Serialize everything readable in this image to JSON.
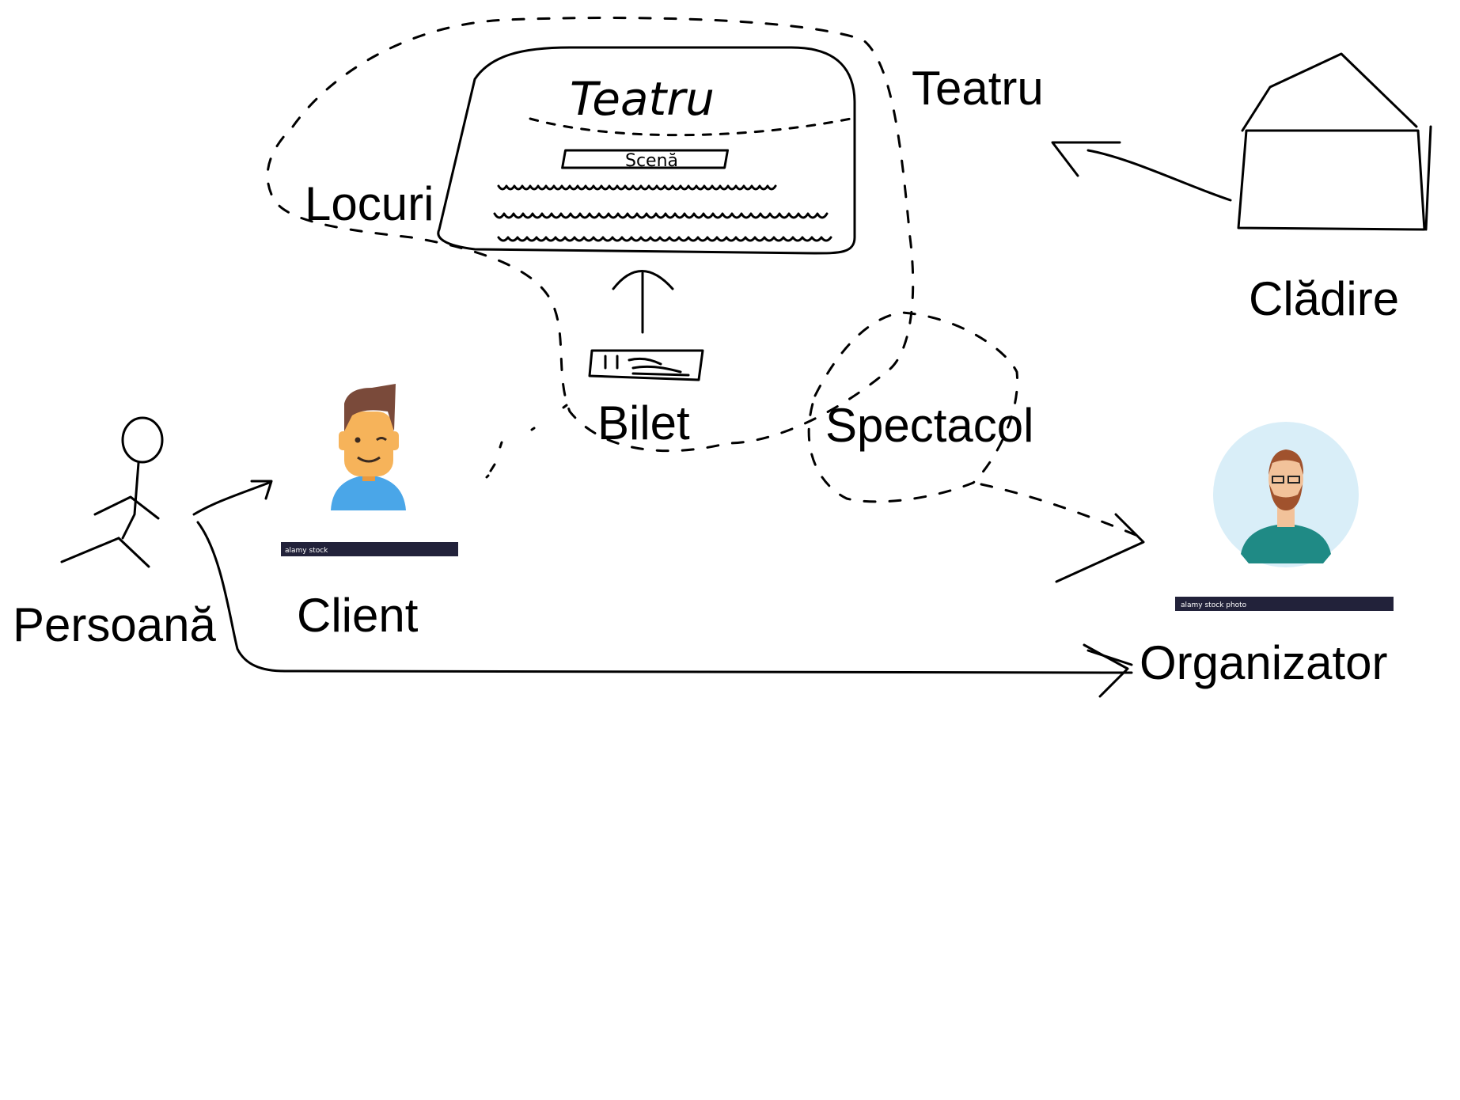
{
  "labels": {
    "teatru": "Teatru",
    "cladire": "Clădire",
    "locuri": "Locuri",
    "bilet": "Bilet",
    "spectacol": "Spectacol",
    "persoana": "Persoană",
    "client": "Client",
    "organizator": "Organizator"
  },
  "sketch_text": {
    "theatre_title": "Teatru",
    "stage": "Scenă"
  },
  "watermarks": {
    "client_bar": "alamy stock",
    "organizator_bar": "alamy stock photo"
  },
  "colors": {
    "stroke": "#000000",
    "skin": "#f6b35a",
    "hair": "#7a4a3a",
    "shirt_client": "#4aa6e8",
    "shirt_organizator": "#1f8a85",
    "avatar_bg": "#d9eef8",
    "watermark_bar": "#22223a"
  },
  "icons": [
    "stick-figure-icon",
    "house-icon",
    "client-avatar-icon",
    "organizator-avatar-icon",
    "ticket-icon"
  ]
}
